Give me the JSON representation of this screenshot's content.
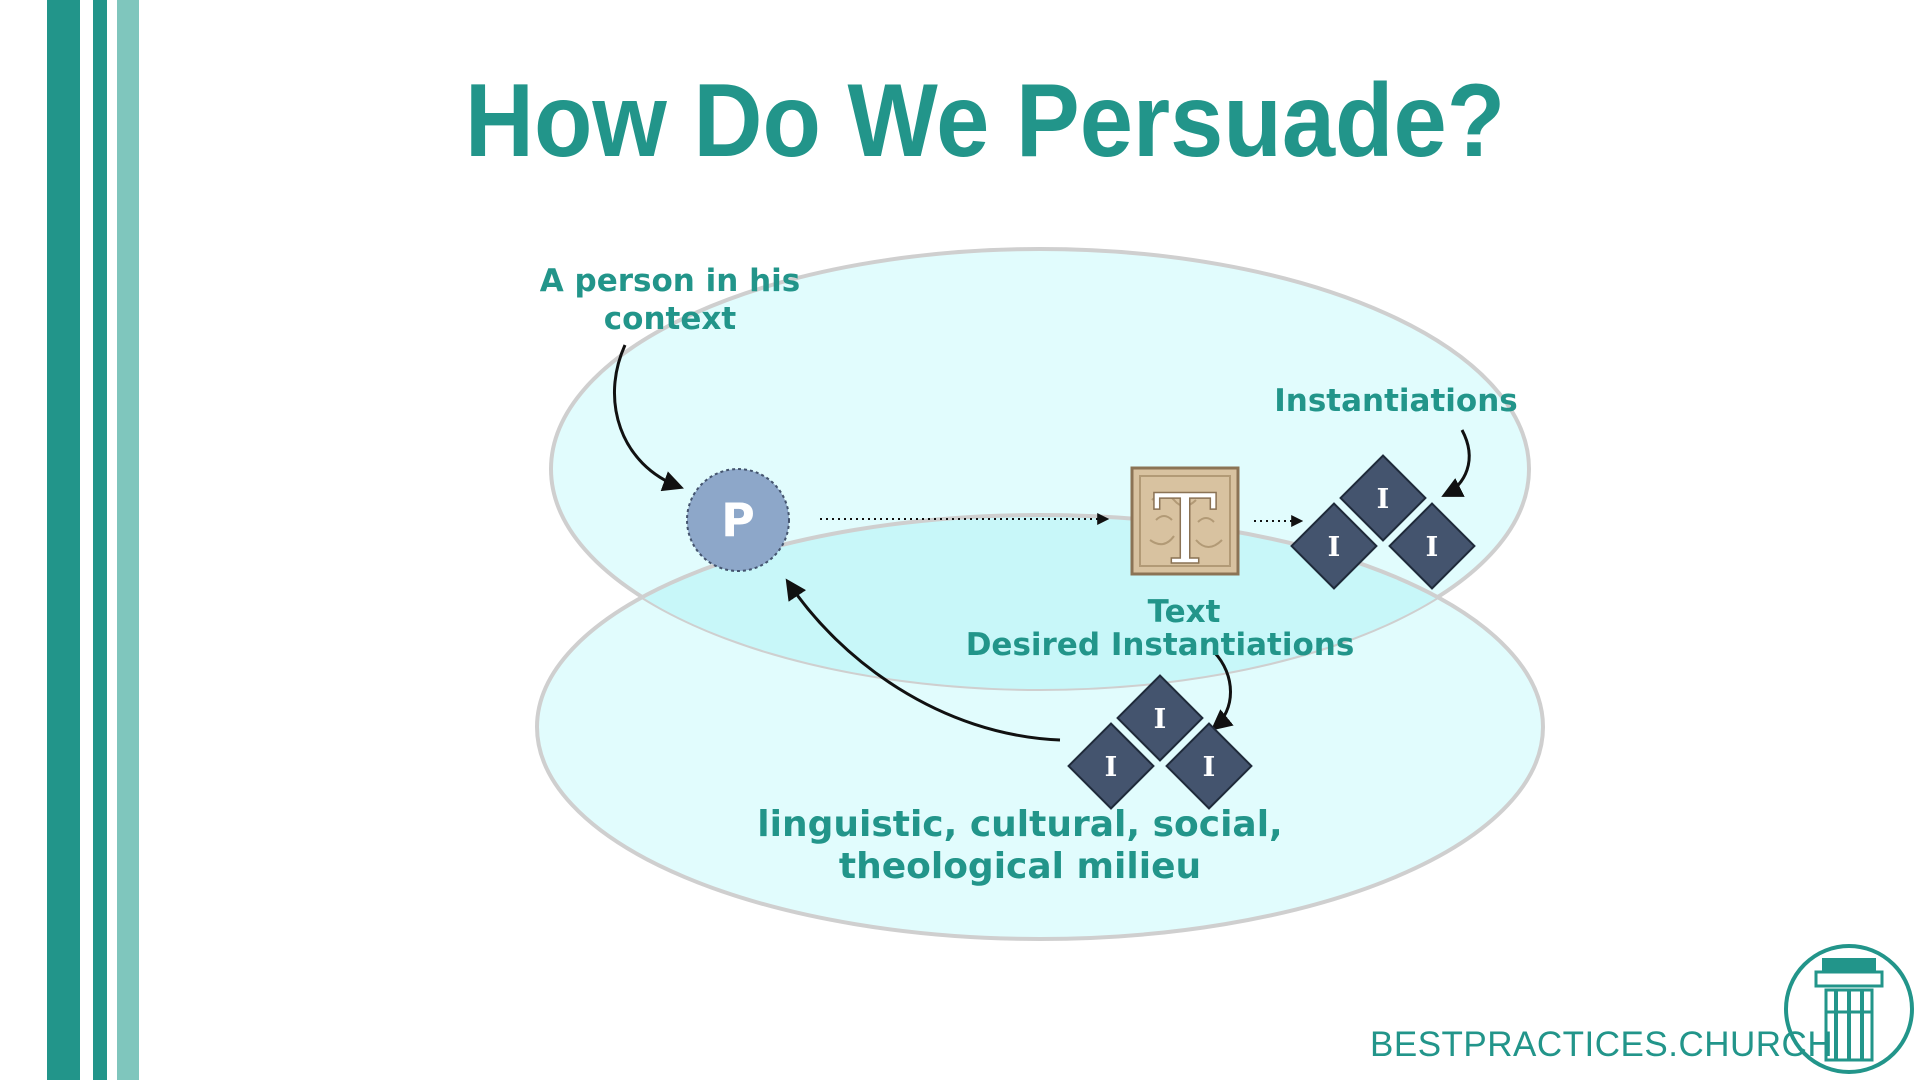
{
  "slide": {
    "title": "How Do We Persuade?"
  },
  "diagram": {
    "person_label": "A person in his context",
    "person_node": "P",
    "text_label": "Text",
    "instantiations_label": "Instantiations",
    "instantiation_node": "I",
    "desired_label": "Desired Instantiations",
    "milieu_label": "linguistic, cultural, social, theological milieu",
    "text_icon_letter": "T"
  },
  "brand": {
    "logo_text": "BESTPRACTICES.CHURCH"
  },
  "colors": {
    "accent": "#22958a",
    "accent_light": "#7fc6bd",
    "ellipse_fill": "#e1fcfd",
    "ellipse_overlap": "#c8f7f9",
    "ellipse_stroke": "#cfcfcf",
    "person_node": "#8da7c9",
    "instantiation_node": "#44546e",
    "text_icon": "#d8c2a0"
  }
}
